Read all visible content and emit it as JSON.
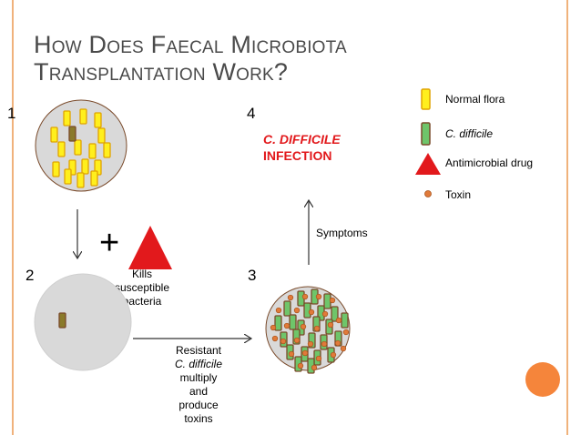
{
  "title_line1": "How Does Faecal Microbiota",
  "title_line2": "Transplantation Work?",
  "step_numbers": [
    "1",
    "2",
    "3",
    "4"
  ],
  "legend": {
    "normal_flora": "Normal flora",
    "c_difficile": "C. difficile",
    "antimicrobial_drug": "Antimicrobial drug",
    "toxin": "Toxin"
  },
  "infection_label": {
    "line1": "C. DIFFICILE",
    "line2": "INFECTION"
  },
  "symptoms_label": "Symptoms",
  "plus_sign": "+",
  "kills_label": [
    "Kills",
    "susceptible",
    "bacteria"
  ],
  "resistant_label": [
    "Resistant",
    "C. difficile",
    "multiply",
    "and",
    "produce",
    "toxins"
  ],
  "colors": {
    "normal_flora_fill": "#ffef1d",
    "normal_flora_stroke": "#e0a400",
    "c_difficile_fill": "#6fc56a",
    "c_difficile_stroke": "#7a4a2a",
    "drug": "#e2191c",
    "toxin": "#e07a3a",
    "petri_gray": "#d9d9d9",
    "infection_text": "#e2191c",
    "frame": "#f0b27c",
    "accent_dot": "#f5853b"
  }
}
